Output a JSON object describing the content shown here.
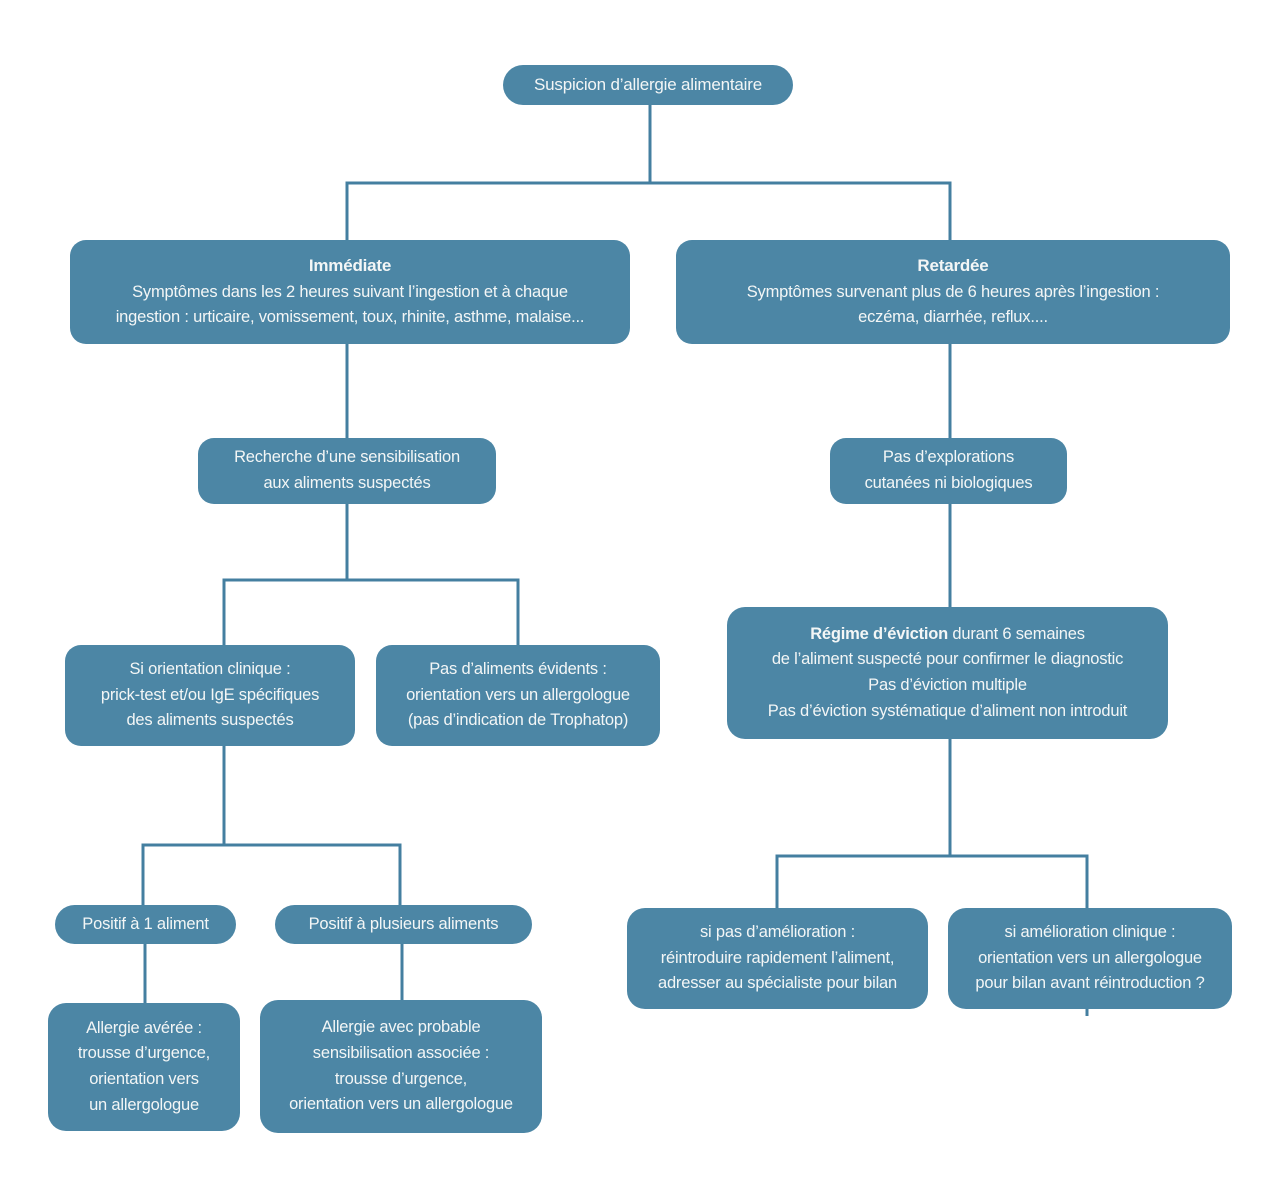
{
  "colors": {
    "box_fill": "#4C86A5",
    "connector": "#447FA0",
    "text": "#F3F6F6"
  },
  "diagram": {
    "title": "Suspicion d’allergie alimentaire",
    "boxes": {
      "root": {
        "text": "Suspicion d’allergie alimentaire"
      },
      "immediate": {
        "title": "Immédiate",
        "body": "Symptômes dans les 2 heures suivant l’ingestion et à chaque\ningestion : urticaire, vomissement, toux, rhinite, asthme, malaise..."
      },
      "retardee": {
        "title": "Retardée",
        "body": "Symptômes survenant plus de 6 heures après l’ingestion :\neczéma, diarrhée, reflux...."
      },
      "recherche": {
        "text": "Recherche d’une sensibilisation\naux aliments suspectés"
      },
      "pas_explorations": {
        "text": "Pas d’explorations\ncutanées ni biologiques"
      },
      "si_orientation": {
        "text": "Si orientation clinique :\nprick-test et/ou IgE spécifiques\ndes aliments suspectés"
      },
      "pas_aliments": {
        "text": "Pas d’aliments évidents :\norientation vers un allergologue\n(pas d’indication de Trophatop)"
      },
      "regime": {
        "bold": "Régime d’éviction",
        "rest": " durant 6 semaines",
        "lines": "de l’aliment suspecté pour confirmer le diagnostic\nPas d’éviction multiple\nPas d’éviction systématique d’aliment non introduit"
      },
      "positif_un": {
        "text": "Positif à 1 aliment"
      },
      "positif_plusieurs": {
        "text": "Positif à plusieurs aliments"
      },
      "allergie_averee": {
        "text": "Allergie avérée :\ntrousse d’urgence,\norientation vers\nun allergologue"
      },
      "allergie_probable": {
        "text": "Allergie avec probable\nsensibilisation associée :\ntrousse d’urgence,\norientation vers un allergologue"
      },
      "si_pas_amelioration": {
        "text": "si pas d’amélioration :\nréintroduire rapidement l’aliment,\nadresser au spécialiste pour bilan"
      },
      "si_amelioration": {
        "text": "si amélioration clinique :\norientation vers un allergologue\npour bilan avant réintroduction ?"
      }
    }
  }
}
